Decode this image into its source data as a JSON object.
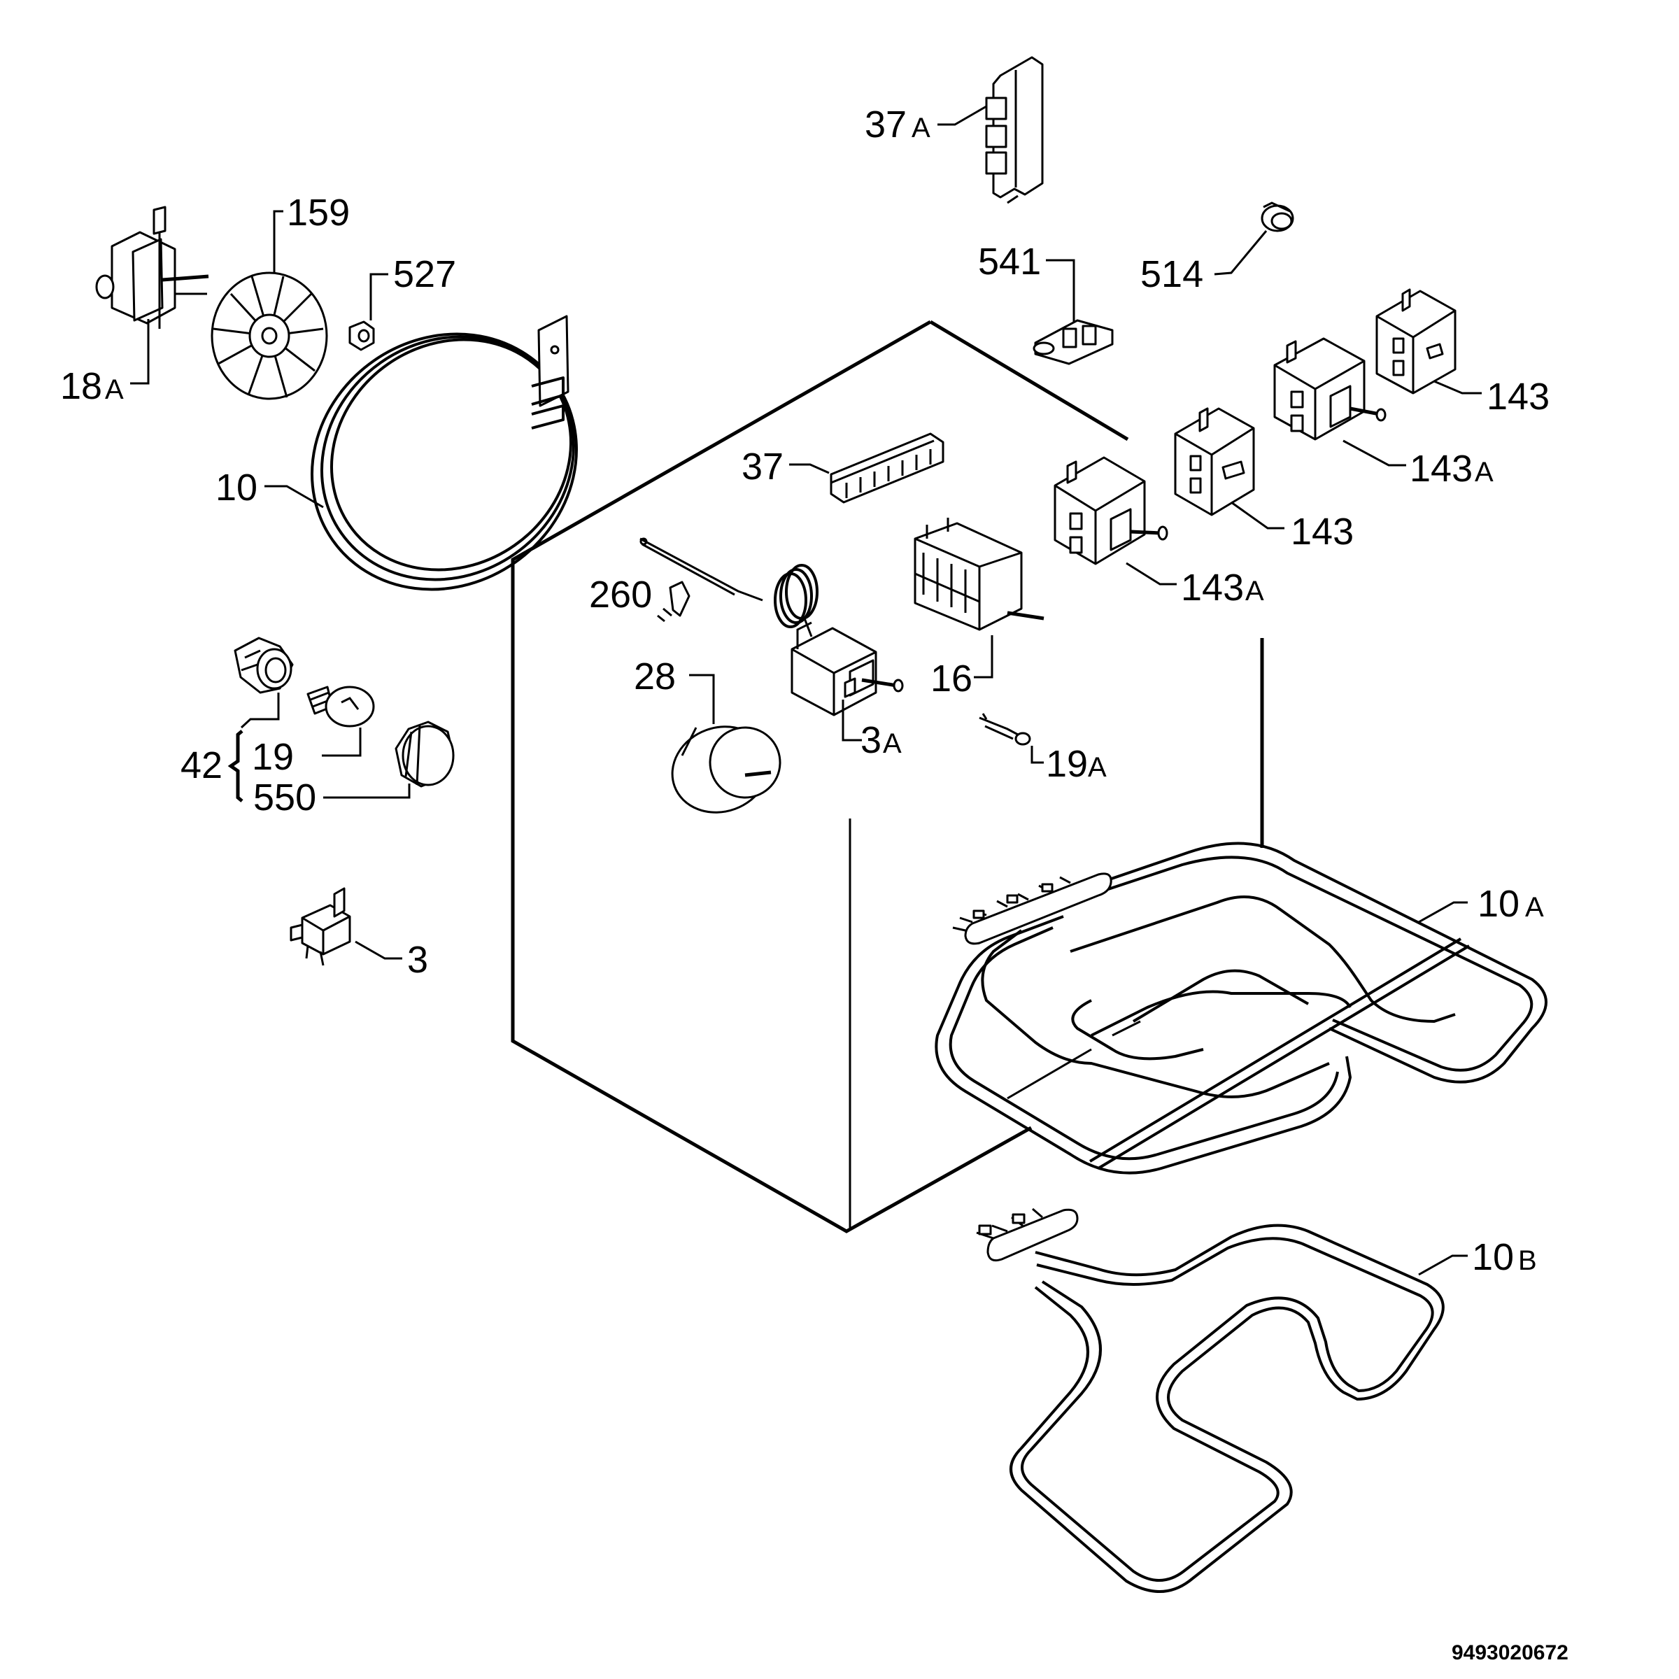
{
  "drawing_code": "9493020672",
  "labels": {
    "l37a_num": "37",
    "l37a_suf": "A",
    "l159": "159",
    "l527": "527",
    "l541": "541",
    "l514": "514",
    "l18a_num": "18",
    "l18a_suf": "A",
    "l10": "10",
    "l143_top": "143",
    "l143a_top_num": "143",
    "l143a_top_suf": "A",
    "l37": "37",
    "l143_mid": "143",
    "l143a_mid_num": "143",
    "l143a_mid_suf": "A",
    "l260": "260",
    "l28": "28",
    "l16": "16",
    "l3a_num": "3",
    "l3a_suf": "A",
    "l19a_num": "19",
    "l19a_suf": "A",
    "l42": "42",
    "l19": "19",
    "l550": "550",
    "l10a_num": "10",
    "l10a_suf": "A",
    "l3": "3",
    "l10b_num": "10",
    "l10b_suf": "B"
  }
}
